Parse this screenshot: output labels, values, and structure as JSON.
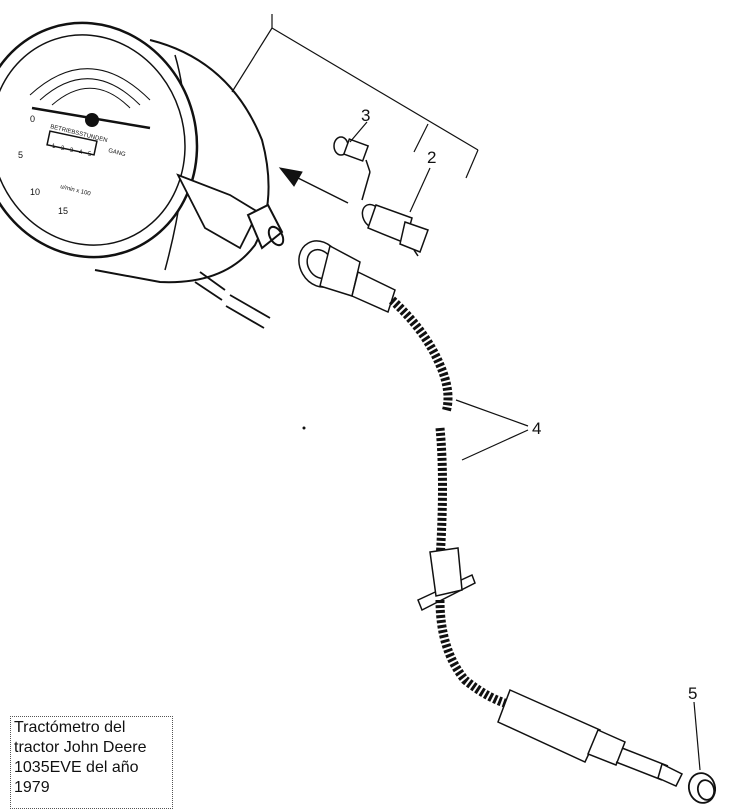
{
  "callouts": {
    "c1": "2",
    "c2": "3",
    "c3": "4",
    "c4": "5"
  },
  "dial": {
    "label_main": "BETRIEBSSTUNDEN",
    "label_gang": "GANG",
    "label_unit": "u/min x 100",
    "scale_numbers": [
      "0",
      "5",
      "10",
      "15"
    ],
    "counter_digits": [
      "1",
      "2",
      "3",
      "4",
      "5"
    ]
  },
  "caption": {
    "text": "Tractómetro del tractor John Deere 1035EVE del año 1979"
  }
}
